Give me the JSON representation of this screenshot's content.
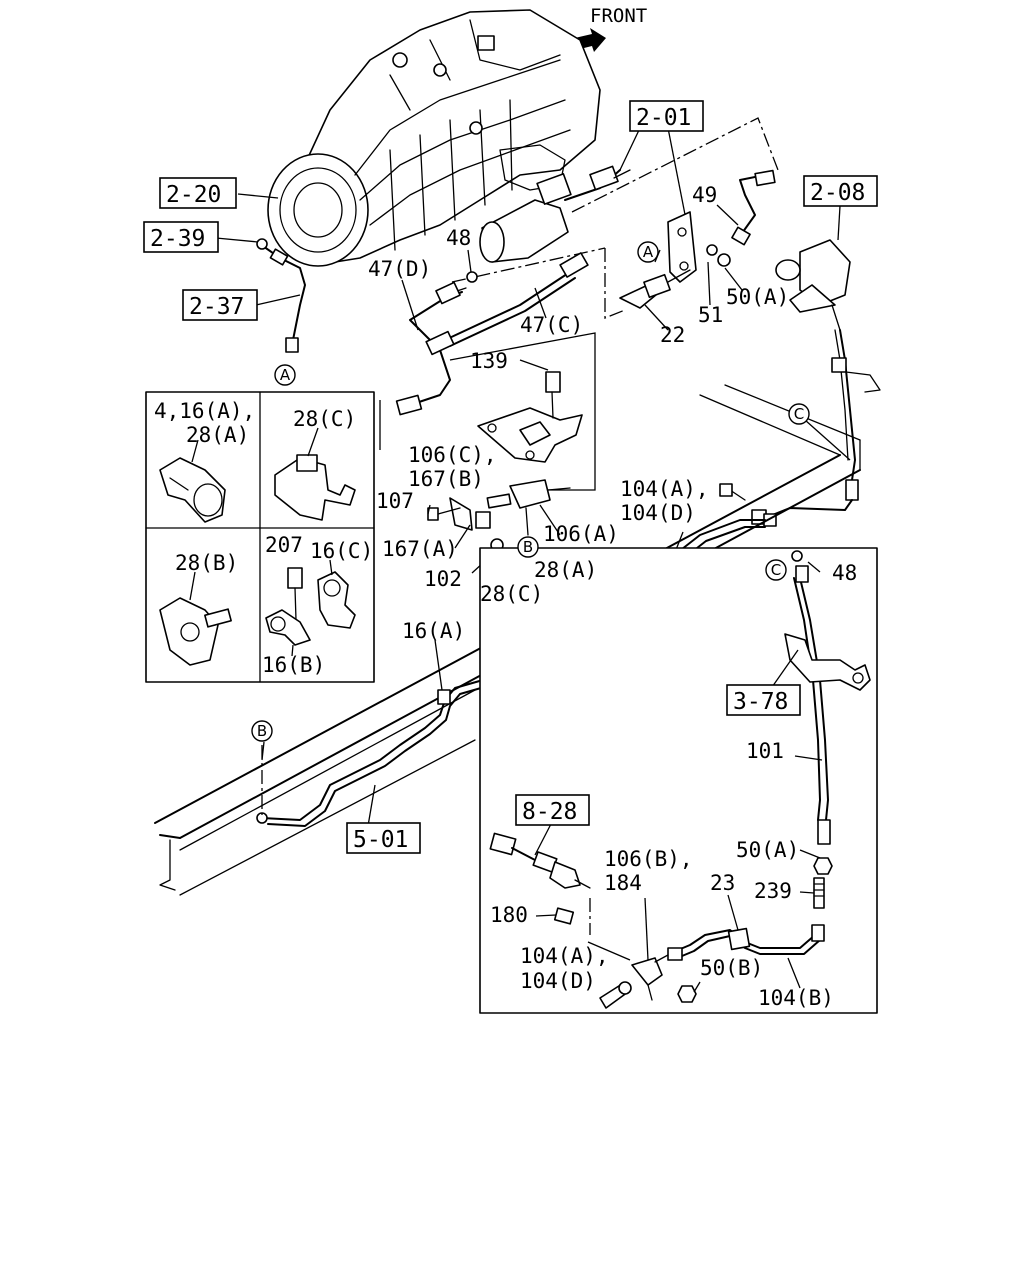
{
  "orientation": {
    "front_label": "FRONT"
  },
  "reference_boxes": {
    "r2_20": "2-20",
    "r2_39": "2-39",
    "r2_37": "2-37",
    "r2_01": "2-01",
    "r2_08": "2-08",
    "r3_78": "3-78",
    "r5_01": "5-01",
    "r8_28": "8-28"
  },
  "connection_markers": {
    "a": "A",
    "b": "B",
    "c": "C"
  },
  "part_labels": {
    "p48_top": "48",
    "p47d": "47(D)",
    "p47c": "47(C)",
    "p49": "49",
    "p50a_top": "50(A)",
    "p51": "51",
    "p22": "22",
    "p139": "139",
    "p106c": "106(C),",
    "p167b": "167(B)",
    "p107": "107",
    "p167a": "167(A)",
    "p106a": "106(A)",
    "p102": "102",
    "p104a_mid": "104(A),",
    "p104d_mid": "104(D)",
    "p28a_main": "28(A)",
    "p28c_main": "28(C)",
    "p16a_main": "16(A)",
    "p48_inset": "48",
    "p101": "101",
    "p50a_inset": "50(A)",
    "p239": "239",
    "p23": "23",
    "p106b": "106(B),",
    "p184": "184",
    "p180": "180",
    "p104a_inset": "104(A),",
    "p104d_inset": "104(D)",
    "p50b": "50(B)",
    "p104b": "104(B)"
  },
  "clip_inset": {
    "cell1_line1": "4,16(A),",
    "cell1_line2": "28(A)",
    "cell2": "28(C)",
    "cell3": "28(B)",
    "cell4_207": "207",
    "cell4_16c": "16(C)",
    "cell4_16b": "16(B)"
  }
}
